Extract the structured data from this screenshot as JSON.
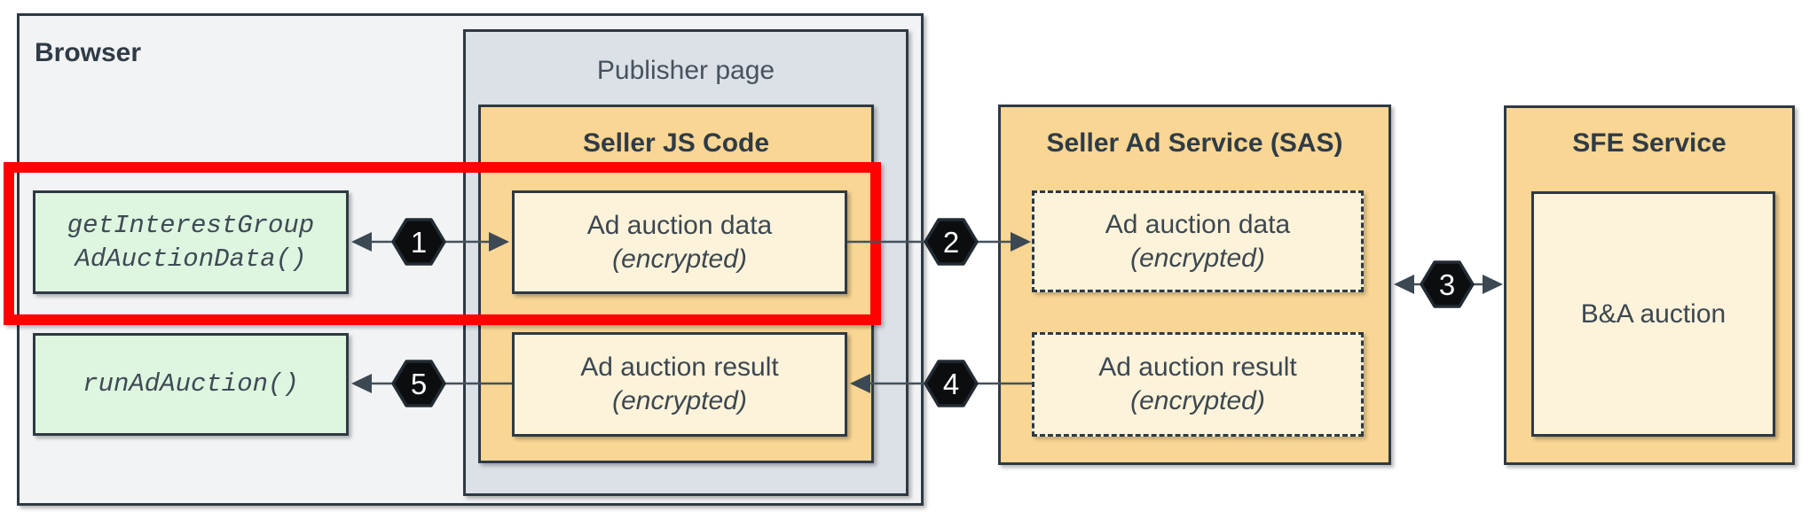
{
  "diagram": {
    "browser": {
      "title": "Browser",
      "api_calls": [
        {
          "line1": "getInterestGroup",
          "line2": "AdAuctionData()"
        },
        {
          "line1": "runAdAuction()"
        }
      ]
    },
    "publisher_page": {
      "title": "Publisher page"
    },
    "seller_js": {
      "title": "Seller JS Code",
      "boxes": [
        {
          "line1": "Ad auction data",
          "line2": "(encrypted)"
        },
        {
          "line1": "Ad auction result",
          "line2": "(encrypted)"
        }
      ]
    },
    "seller_ad_service": {
      "title": "Seller Ad Service (SAS)",
      "boxes": [
        {
          "line1": "Ad auction data",
          "line2": "(encrypted)"
        },
        {
          "line1": "Ad auction result",
          "line2": "(encrypted)"
        }
      ]
    },
    "sfe_service": {
      "title": "SFE Service",
      "box_label": "B&A auction"
    },
    "steps": [
      "1",
      "2",
      "3",
      "4",
      "5"
    ],
    "colors": {
      "highlight_red": "#fe0100",
      "container_orange": "#f9d694",
      "inner_cream": "#fcf3da",
      "api_green": "#def5e0",
      "publisher_gray": "#dce1e7",
      "browser_gray": "#f2f3f5",
      "border_dark": "#2e3943",
      "badge_black": "#0b0d0f"
    }
  }
}
